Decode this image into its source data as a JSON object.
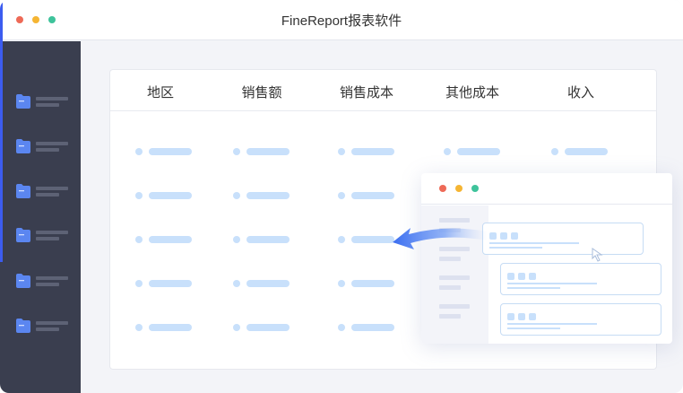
{
  "window": {
    "title": "FineReport报表软件",
    "traffic_lights": {
      "close": "#ee6a57",
      "minimize": "#f5b533",
      "maximize": "#3ec39b"
    }
  },
  "colors": {
    "accent": "#3c5cf0",
    "sidebar_bg": "#3a3e4f",
    "folder": "#5b86f0",
    "placeholder": "#c8e0fb",
    "content_bg": "#f3f4f8"
  },
  "sidebar": {
    "items": [
      {
        "icon": "folder-icon"
      },
      {
        "icon": "folder-icon"
      },
      {
        "icon": "folder-icon"
      },
      {
        "icon": "folder-icon"
      },
      {
        "icon": "folder-icon"
      },
      {
        "icon": "folder-icon"
      }
    ]
  },
  "table": {
    "columns": [
      "地区",
      "销售额",
      "销售成本",
      "其他成本",
      "收入"
    ],
    "row_count": 5
  },
  "mini_window": {
    "traffic_lights": {
      "close": "#ee6a57",
      "minimize": "#f5b533",
      "maximize": "#3ec39b"
    },
    "cards": 3,
    "icons": [
      "drag-arrow-icon",
      "cursor-icon"
    ]
  }
}
